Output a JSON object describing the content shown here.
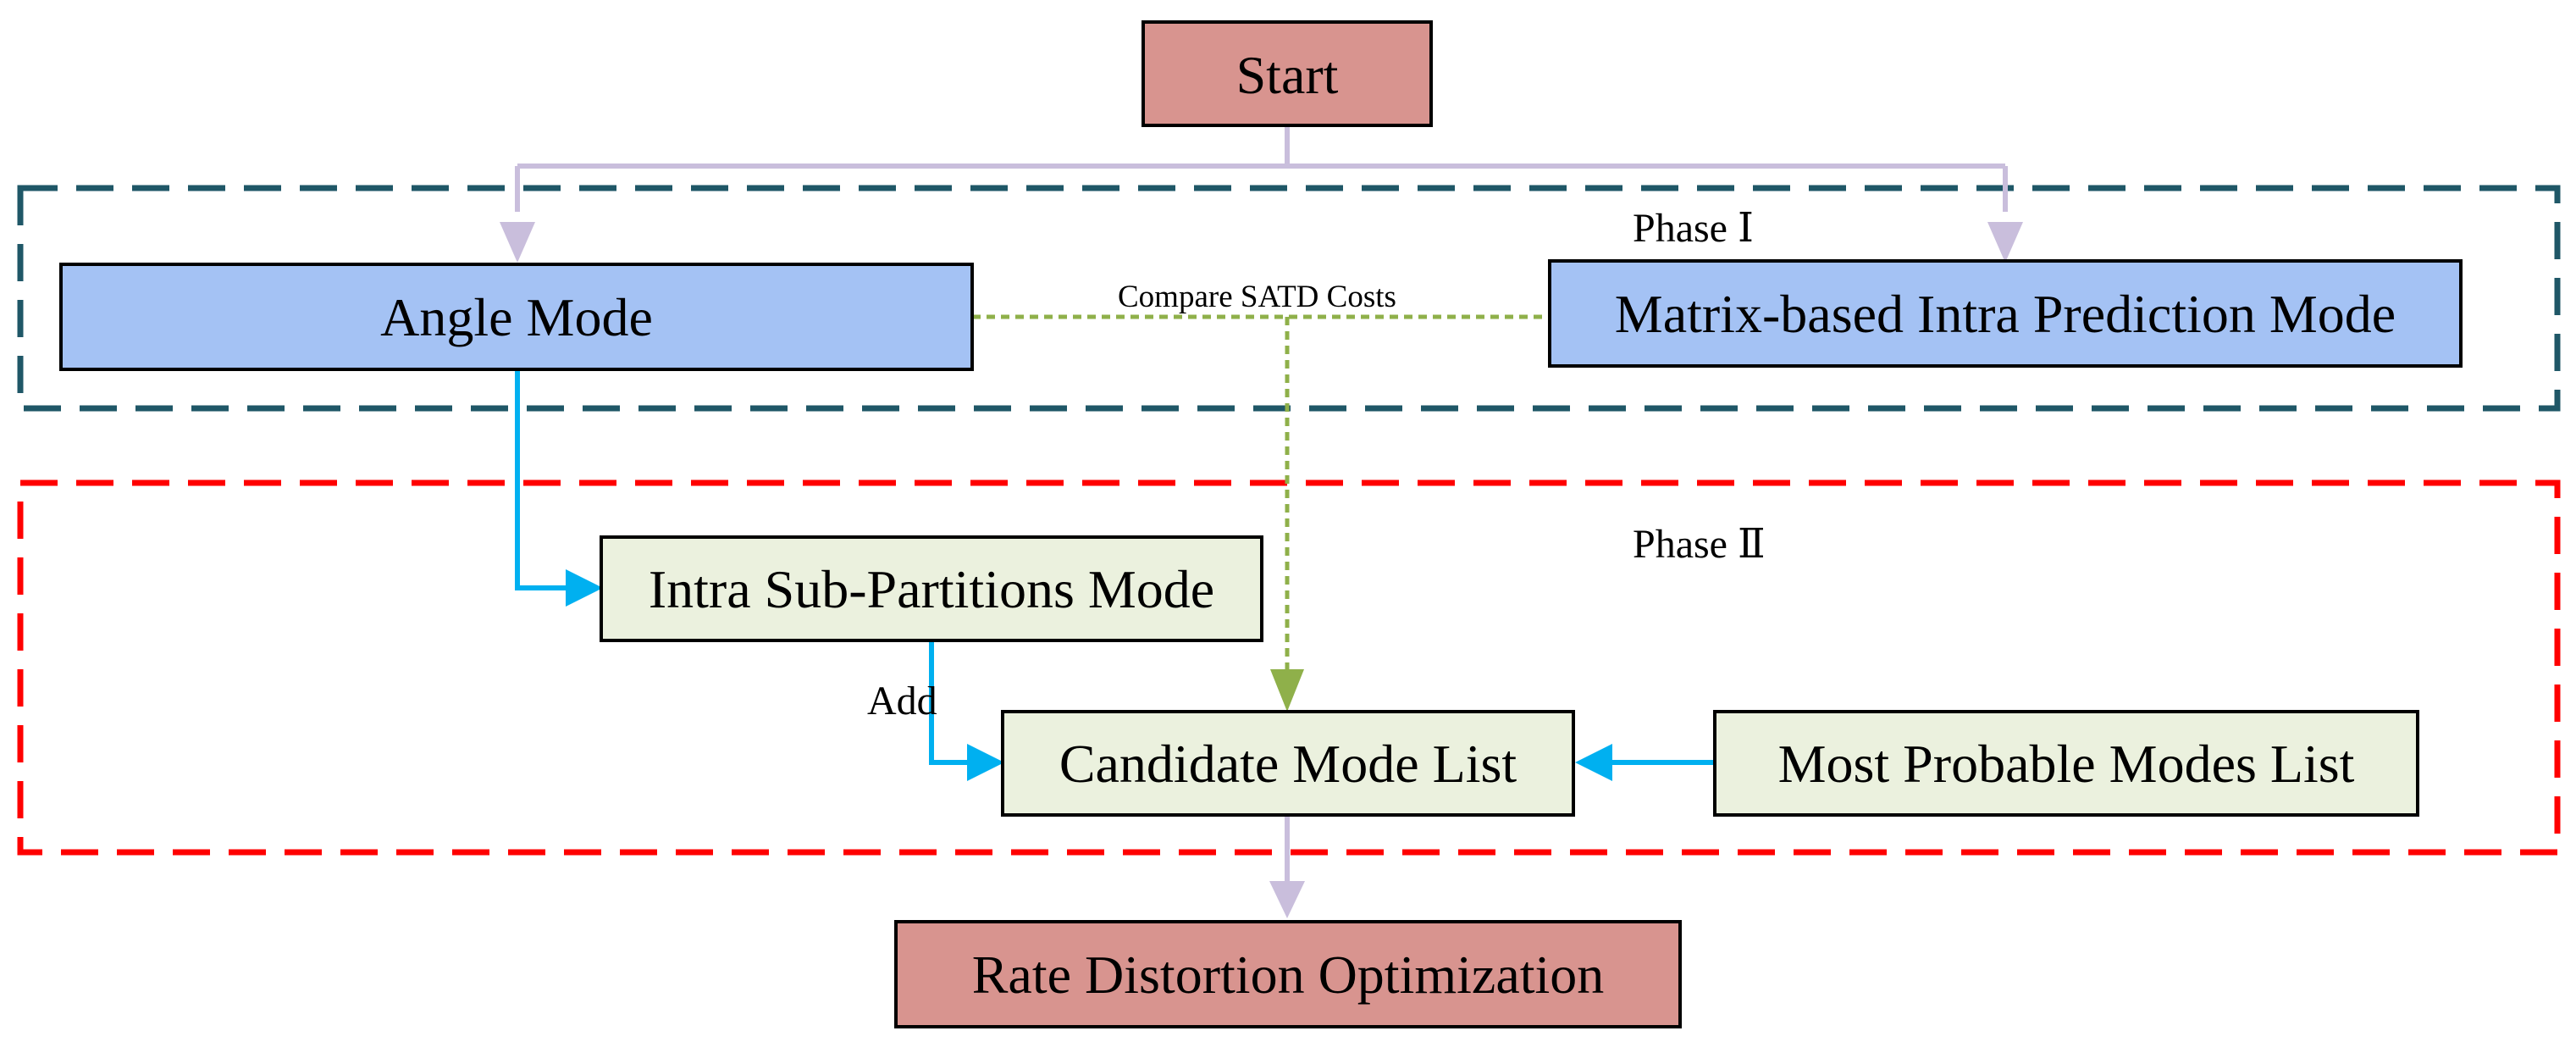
{
  "nodes": {
    "start": "Start",
    "angle_mode": "Angle Mode",
    "mip_mode": "Matrix-based Intra Prediction Mode",
    "isp_mode": "Intra Sub-Partitions Mode",
    "candidate_list": "Candidate Mode List",
    "mpm_list": "Most Probable Modes List",
    "rdo": "Rate Distortion Optimization"
  },
  "labels": {
    "compare": "Compare SATD Costs",
    "add": "Add"
  },
  "phases": {
    "phase1": "Phase Ⅰ",
    "phase2": "Phase Ⅱ"
  },
  "colors": {
    "terminal_fill": "#d8948f",
    "phase1_box_fill": "#a4c2f4",
    "phase2_box_fill": "#ebf1de",
    "phase1_border": "#1f5767",
    "phase2_border": "#ff0000",
    "flow_arrow": "#c9bedc",
    "blue_arrow": "#00b0f0",
    "green_dotted": "#8fb04a"
  }
}
